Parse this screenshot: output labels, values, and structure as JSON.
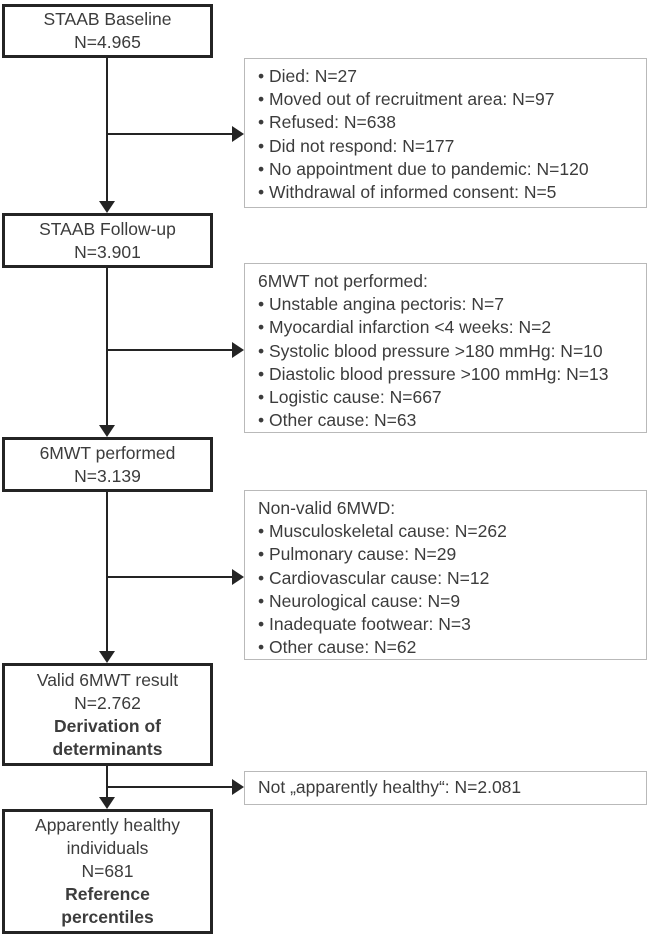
{
  "figure": {
    "type": "study-flow-diagram",
    "background_color": "#ffffff",
    "main_box_border_color": "#242424",
    "side_box_border_color": "#b9b9b9",
    "arrow_color": "#242424",
    "text_color": "#3c3c3c"
  },
  "main_boxes": [
    {
      "lines": [
        "STAAB Baseline",
        "N=4.965"
      ]
    },
    {
      "lines": [
        "STAAB Follow-up",
        "N=3.901"
      ]
    },
    {
      "lines": [
        "6MWT performed",
        "N=3.139"
      ]
    },
    {
      "lines": [
        "Valid 6MWT result",
        "N=2.762"
      ],
      "bold_lines": [
        "Derivation of",
        "determinants"
      ]
    },
    {
      "lines": [
        "Apparently healthy",
        "individuals",
        "N=681"
      ],
      "bold_lines": [
        "Reference",
        "percentiles"
      ]
    }
  ],
  "side_boxes": [
    {
      "items": [
        "• Died: N=27",
        "• Moved out of recruitment area: N=97",
        "• Refused: N=638",
        "• Did not respond: N=177",
        "• No appointment due to pandemic: N=120",
        "• Withdrawal of informed consent: N=5"
      ]
    },
    {
      "heading": "6MWT not performed:",
      "items": [
        "• Unstable angina pectoris: N=7",
        "• Myocardial infarction <4 weeks: N=2",
        "• Systolic blood pressure >180 mmHg: N=10",
        "• Diastolic blood pressure >100 mmHg: N=13",
        "• Logistic cause: N=667",
        "• Other cause: N=63"
      ]
    },
    {
      "heading": "Non-valid 6MWD:",
      "items": [
        "• Musculoskeletal cause: N=262",
        "• Pulmonary cause: N=29",
        "• Cardiovascular cause: N=12",
        "• Neurological cause: N=9",
        "• Inadequate footwear: N=3",
        "• Other cause: N=62"
      ]
    },
    {
      "text": "Not „apparently healthy“: N=2.081"
    }
  ]
}
